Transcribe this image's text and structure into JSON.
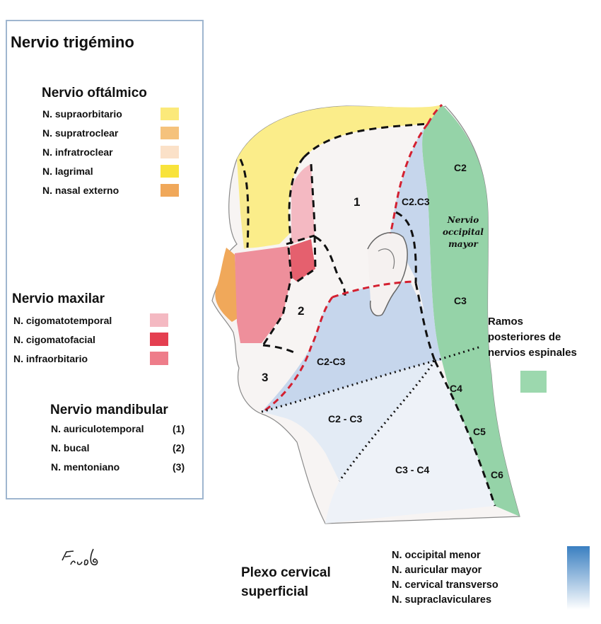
{
  "legend": {
    "title": "Nervio trigémino",
    "oftalmico": {
      "title": "Nervio oftálmico",
      "items": [
        {
          "label": "N. supraorbitario",
          "color": "#fbe97a"
        },
        {
          "label": "N. supratroclear",
          "color": "#f5c27c"
        },
        {
          "label": "N. infratroclear",
          "color": "#fbe1c8"
        },
        {
          "label": "N. lagrimal",
          "color": "#f8e33b"
        },
        {
          "label": "N. nasal externo",
          "color": "#f0a85a"
        }
      ]
    },
    "maxilar": {
      "title": "Nervio maxilar",
      "items": [
        {
          "label": "N. cigomatotemporal",
          "color": "#f4b9c2"
        },
        {
          "label": "N. cigomatofacial",
          "color": "#e43f50"
        },
        {
          "label": "N. infraorbitario",
          "color": "#ee7d8a"
        }
      ]
    },
    "mandibular": {
      "title": "Nervio mandibular",
      "items": [
        {
          "label": "N. auriculotemporal",
          "num": "(1)"
        },
        {
          "label": "N. bucal",
          "num": "(2)"
        },
        {
          "label": "N. mentoniano",
          "num": "(3)"
        }
      ]
    }
  },
  "diagram": {
    "labels": {
      "n1": "1",
      "n2": "2",
      "n3": "3",
      "c2c3_dot": "C2.C3",
      "c2": "C2",
      "c3": "C3",
      "c4": "C4",
      "c5": "C5",
      "c6": "C6",
      "c2c3_dash": "C2-C3",
      "c2c3_spaced": "C2 - C3",
      "c3c4": "C3 - C4"
    },
    "script_text": [
      "Nervio",
      "occipital",
      "mayor"
    ],
    "colors": {
      "skin": "#f7f4f3",
      "scalp_yellow": "#fbed8a",
      "green": "#95d3a8",
      "blue": "#c6d6ec",
      "light_blue": "#e3ebf5",
      "very_light_blue": "#eef2f8",
      "dashed_red": "#d42030",
      "dashed_black": "#111111"
    }
  },
  "ramos": {
    "lines": [
      "Ramos",
      "posteriores de",
      "nervios espinales"
    ],
    "color": "#9cd8ae"
  },
  "plexo": {
    "title_lines": [
      "Plexo cervical",
      "superficial"
    ],
    "items": [
      "N. occipital menor",
      "N. auricular mayor",
      "N. cervical transverso",
      "N. supraclaviculares"
    ],
    "gradient_top": "#3a7fc1",
    "gradient_bottom": "#ffffff"
  },
  "signature": "Fico G"
}
